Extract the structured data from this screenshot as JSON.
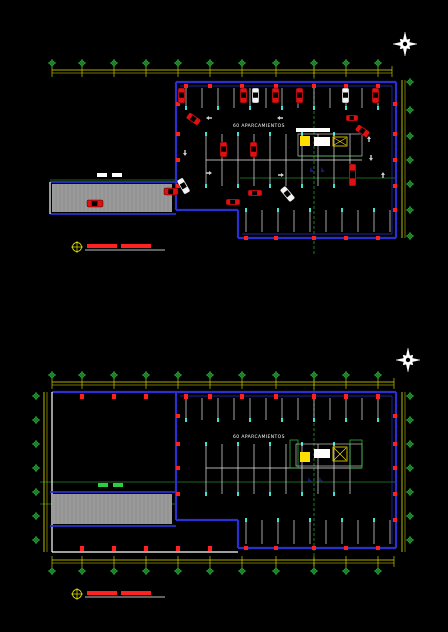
{
  "drawing": {
    "background": "#000000",
    "colors": {
      "wall": "#2b2fd1",
      "grid": "#2ecc40",
      "dimension": "#e6e600",
      "column": "#ff2020",
      "stall": "#e8e8e8",
      "stall_accent": "#40e0d0",
      "ramp": "#9a9a9a",
      "car_red": "#e01010",
      "car_white": "#f4f4f4",
      "text": "#ffffff",
      "symbol": "#d040d0"
    },
    "plans": [
      {
        "id": "upper-level",
        "stall_label": "60 APARCAMIENTOS",
        "north_arrow": "north-arrow-icon",
        "title_bar": "title-bar-icon"
      },
      {
        "id": "lower-level",
        "stall_label": "60 APARCAMIENTOS",
        "north_arrow": "north-arrow-icon",
        "title_bar": "title-bar-icon"
      }
    ]
  }
}
